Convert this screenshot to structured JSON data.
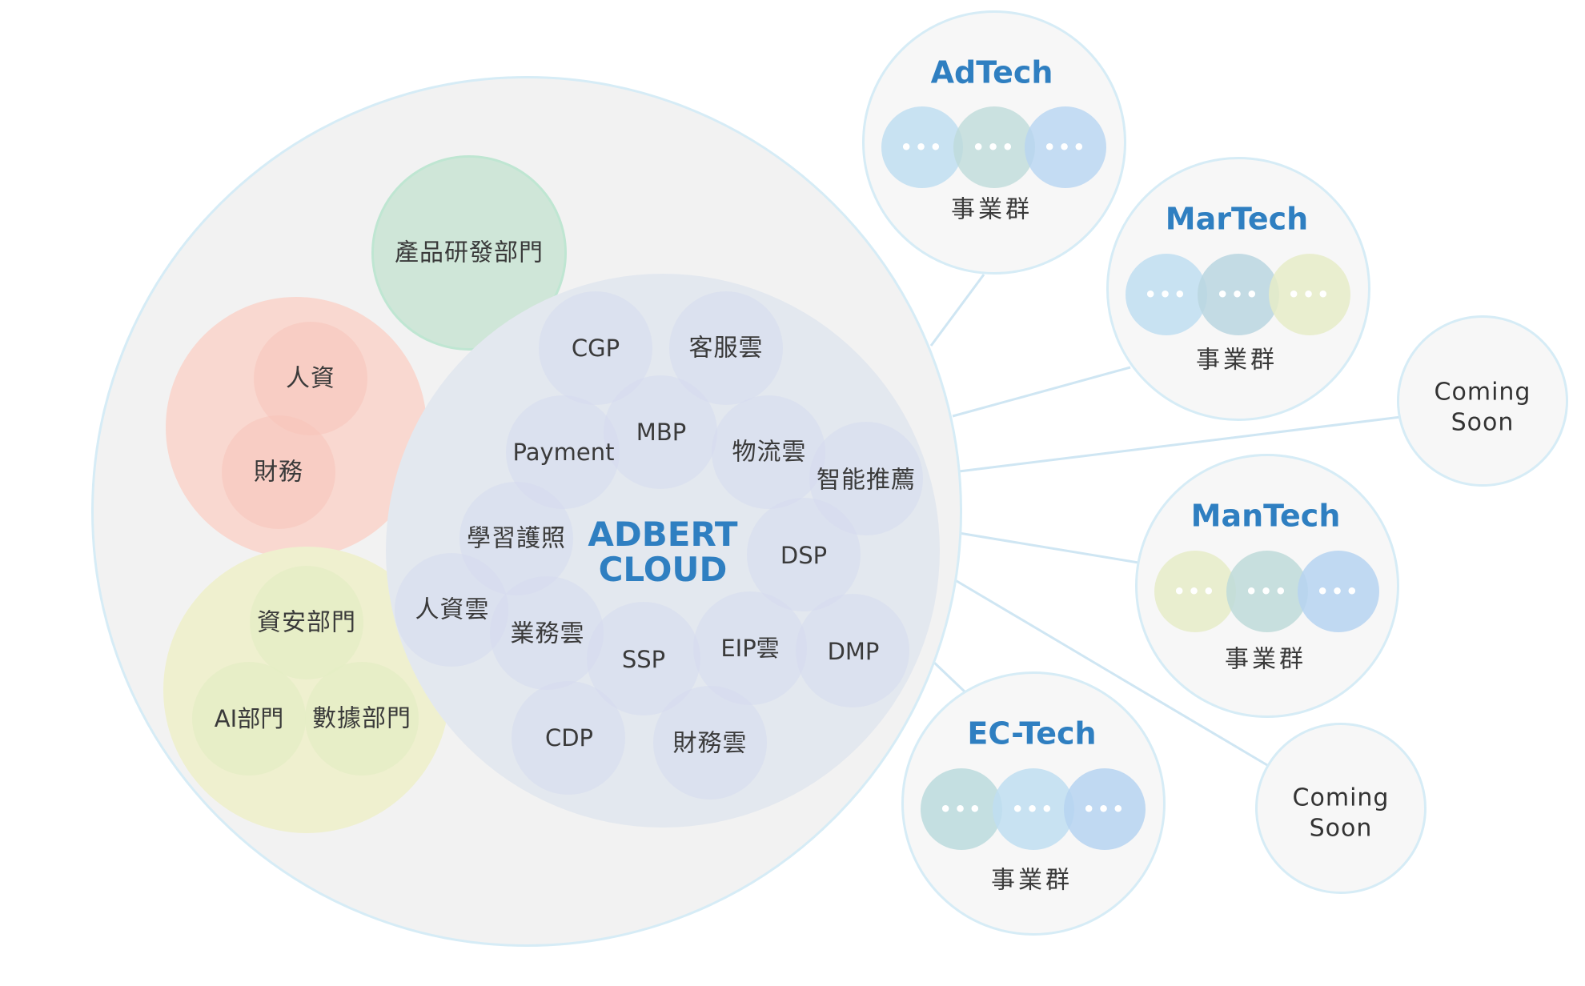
{
  "center": {
    "line1": "ADBERT",
    "line2": "CLOUD"
  },
  "product_dept": "產品研發部門",
  "hr_group": {
    "hr": "人資",
    "finance": "財務"
  },
  "security_group": {
    "security": "資安部門",
    "ai": "AI部門",
    "data": "數據部門"
  },
  "services": {
    "cgp": "CGP",
    "service_cloud": "客服雲",
    "payment": "Payment",
    "mbp": "MBP",
    "logistics_cloud": "物流雲",
    "smart_recommend": "智能推薦",
    "learning_license": "學習護照",
    "dsp": "DSP",
    "hr_cloud": "人資雲",
    "business_cloud": "業務雲",
    "ssp": "SSP",
    "eip_cloud": "EIP雲",
    "dmp": "DMP",
    "cdp": "CDP",
    "finance_cloud": "財務雲"
  },
  "groups": {
    "adtech": {
      "title": "AdTech",
      "subtitle": "事業群",
      "dots": "•••"
    },
    "martech": {
      "title": "MarTech",
      "subtitle": "事業群",
      "dots": "•••"
    },
    "mantech": {
      "title": "ManTech",
      "subtitle": "事業群",
      "dots": "•••"
    },
    "ectech": {
      "title": "EC-Tech",
      "subtitle": "事業群",
      "dots": "•••"
    },
    "coming1": {
      "line1": "Coming",
      "line2": "Soon"
    },
    "coming2": {
      "line1": "Coming",
      "line2": "Soon"
    }
  },
  "colors": {
    "title_blue": "#2f7fc1",
    "dot_blue": "#c6e0f0",
    "dot_teal": "#c0dbdb",
    "dot_sky": "#bcd6ee",
    "dot_yellow": "#e6ecc8",
    "ring_border": "#d6ecf6"
  }
}
